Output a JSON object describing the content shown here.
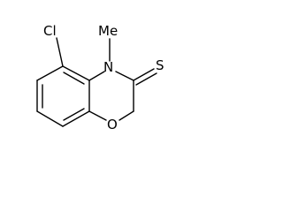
{
  "molecule": {
    "atoms": {
      "chlorine": "Cl",
      "methyl": "Me",
      "nitrogen": "N",
      "sulfur": "S",
      "oxygen": "O"
    },
    "colors": {
      "line": "#000000",
      "text": "#000000",
      "background": "#ffffff"
    }
  }
}
